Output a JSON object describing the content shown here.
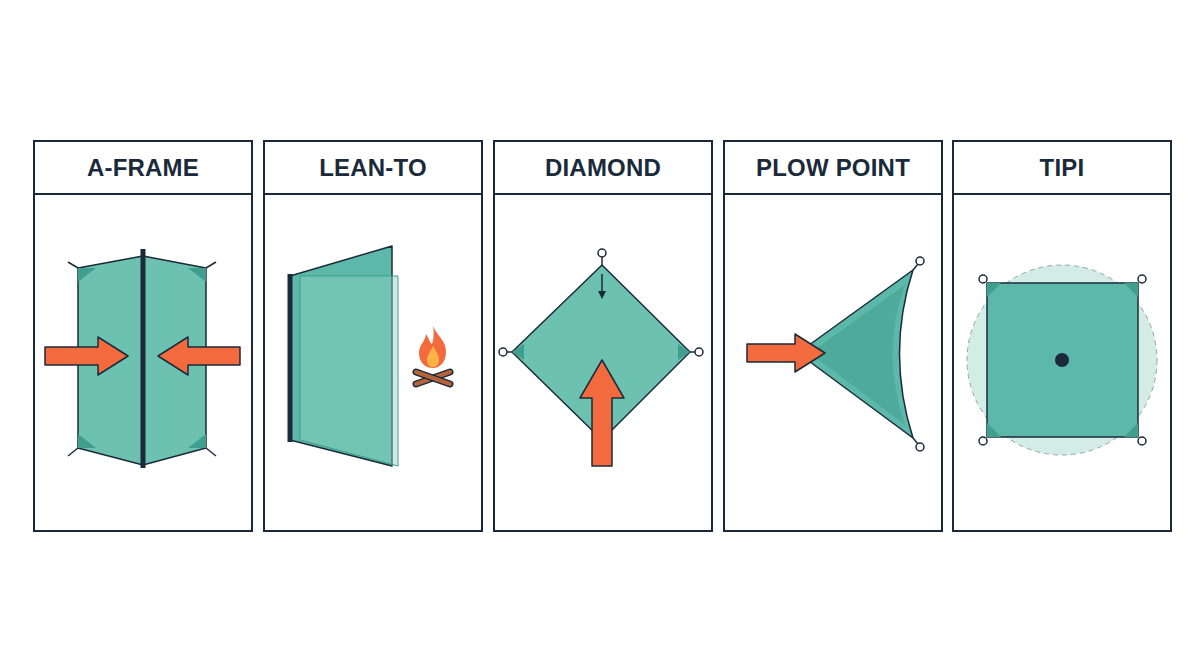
{
  "diagram": {
    "nodes": [
      {
        "text": [
          "A-FRAME"
        ]
      },
      {
        "text": [
          "LEAN-TO"
        ]
      },
      {
        "text": [
          "DIAMOND"
        ]
      },
      {
        "text": [
          "PLOW POINT"
        ]
      },
      {
        "text": [
          "TIPI"
        ]
      }
    ]
  }
}
